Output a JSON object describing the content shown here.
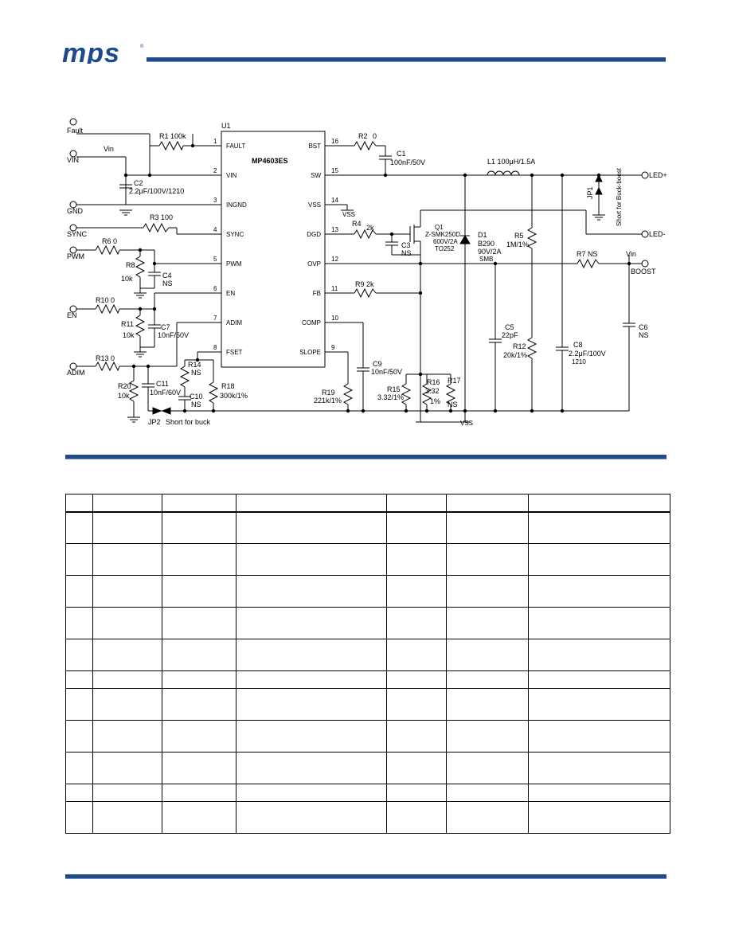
{
  "brand": {
    "logo_text": "mps",
    "color": "#1e4a8c"
  },
  "schematic": {
    "chip": {
      "ref": "U1",
      "part": "MP4603ES"
    },
    "left_pins": [
      {
        "num": "1",
        "name": "FAULT"
      },
      {
        "num": "2",
        "name": "VIN"
      },
      {
        "num": "3",
        "name": "INGND"
      },
      {
        "num": "4",
        "name": "SYNC"
      },
      {
        "num": "5",
        "name": "PWM"
      },
      {
        "num": "6",
        "name": "EN"
      },
      {
        "num": "7",
        "name": "ADIM"
      },
      {
        "num": "8",
        "name": "FSET"
      }
    ],
    "right_pins": [
      {
        "num": "16",
        "name": "BST"
      },
      {
        "num": "15",
        "name": "SW"
      },
      {
        "num": "14",
        "name": "VSS"
      },
      {
        "num": "13",
        "name": "DGD"
      },
      {
        "num": "12",
        "name": "OVP"
      },
      {
        "num": "11",
        "name": "FB"
      },
      {
        "num": "10",
        "name": "COMP"
      },
      {
        "num": "9",
        "name": "SLOPE"
      }
    ],
    "connectors": [
      {
        "label": "Fault"
      },
      {
        "label": "VIN"
      },
      {
        "label": "GND"
      },
      {
        "label": "SYNC"
      },
      {
        "label": "PWM"
      },
      {
        "label": "EN"
      },
      {
        "label": "ADIM"
      },
      {
        "label": "LED+"
      },
      {
        "label": "LED-"
      },
      {
        "label": "BOOST"
      }
    ],
    "labels": {
      "vin": "Vin",
      "vin2": "Vin",
      "vss1": "VSS",
      "vss2": "VSS",
      "r1": "R1 100k",
      "c2a": "C2",
      "c2b": "2.2μF/100V/1210",
      "r3": "R3  100",
      "r6": "R6 0",
      "r8": "R8",
      "r8v": "10k",
      "c4": "C4",
      "c4v": "NS",
      "r10": "R10 0",
      "r11": "R11",
      "r11v": "10k",
      "c7": "C7",
      "c7v": "10nF/50V",
      "r13": "R13  0",
      "r14": "R14",
      "r14v": "NS",
      "r18": "R18",
      "r18v": "300k/1%",
      "r20": "R20",
      "r20v": "10k",
      "c11": "C11",
      "c11v": "10nF/60V",
      "c10": "C10",
      "c10v": "NS",
      "jp2": "JP2",
      "jp2note": "Short for buck",
      "r2": "R2",
      "r2v": "0",
      "c1": "C1",
      "c1v": "100nF/50V",
      "l1": "L1 100μH/1.5A",
      "jp1": "JP1",
      "jp1note": "Short for Buck-boost",
      "r4": "R4",
      "r4v": "2k",
      "c3": "C3",
      "c3v": "NS",
      "q1": "Q1",
      "q1a": "Z-SMK250D",
      "q1b": "600V/2A",
      "q1c": "TO252",
      "d1": "D1",
      "d1a": "B290",
      "d1b": "90V/2A",
      "d1c": "SMB",
      "r5": "R5",
      "r5v": "1M/1%",
      "r7": "R7  NS",
      "r9": "R9  2k",
      "c9": "C9",
      "c9v": "10nF/50V",
      "r19": "R19",
      "r19v": "221k/1%",
      "r15": "R15",
      "r15v": "3.32/1%",
      "r16": "R16",
      "r16v": "3.32",
      "r16t": "1%",
      "r17": "R17",
      "r17v": "NS",
      "c5": "C5",
      "c5v": "22pF",
      "r12": "R12",
      "r12v": "20k/1%",
      "c8": "C8",
      "c8v": "2.2μF/100V",
      "c8p": "1210",
      "c6": "C6",
      "c6v": "NS"
    }
  },
  "bom": {
    "rows": 11,
    "cols": 7
  }
}
